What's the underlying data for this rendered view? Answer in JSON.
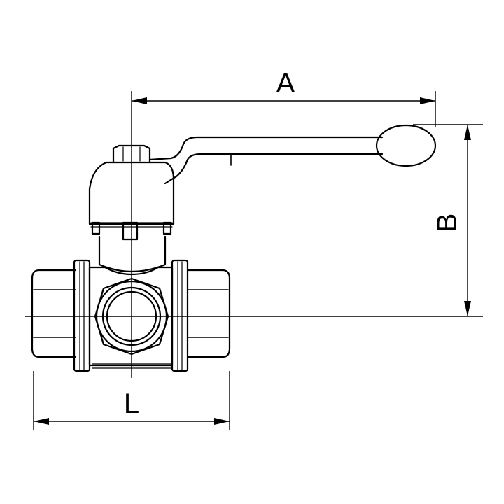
{
  "diagram": {
    "dimension_labels": {
      "a": "A",
      "b": "B",
      "l": "L"
    }
  },
  "colors": {
    "line": "#000000",
    "background": "#ffffff"
  }
}
